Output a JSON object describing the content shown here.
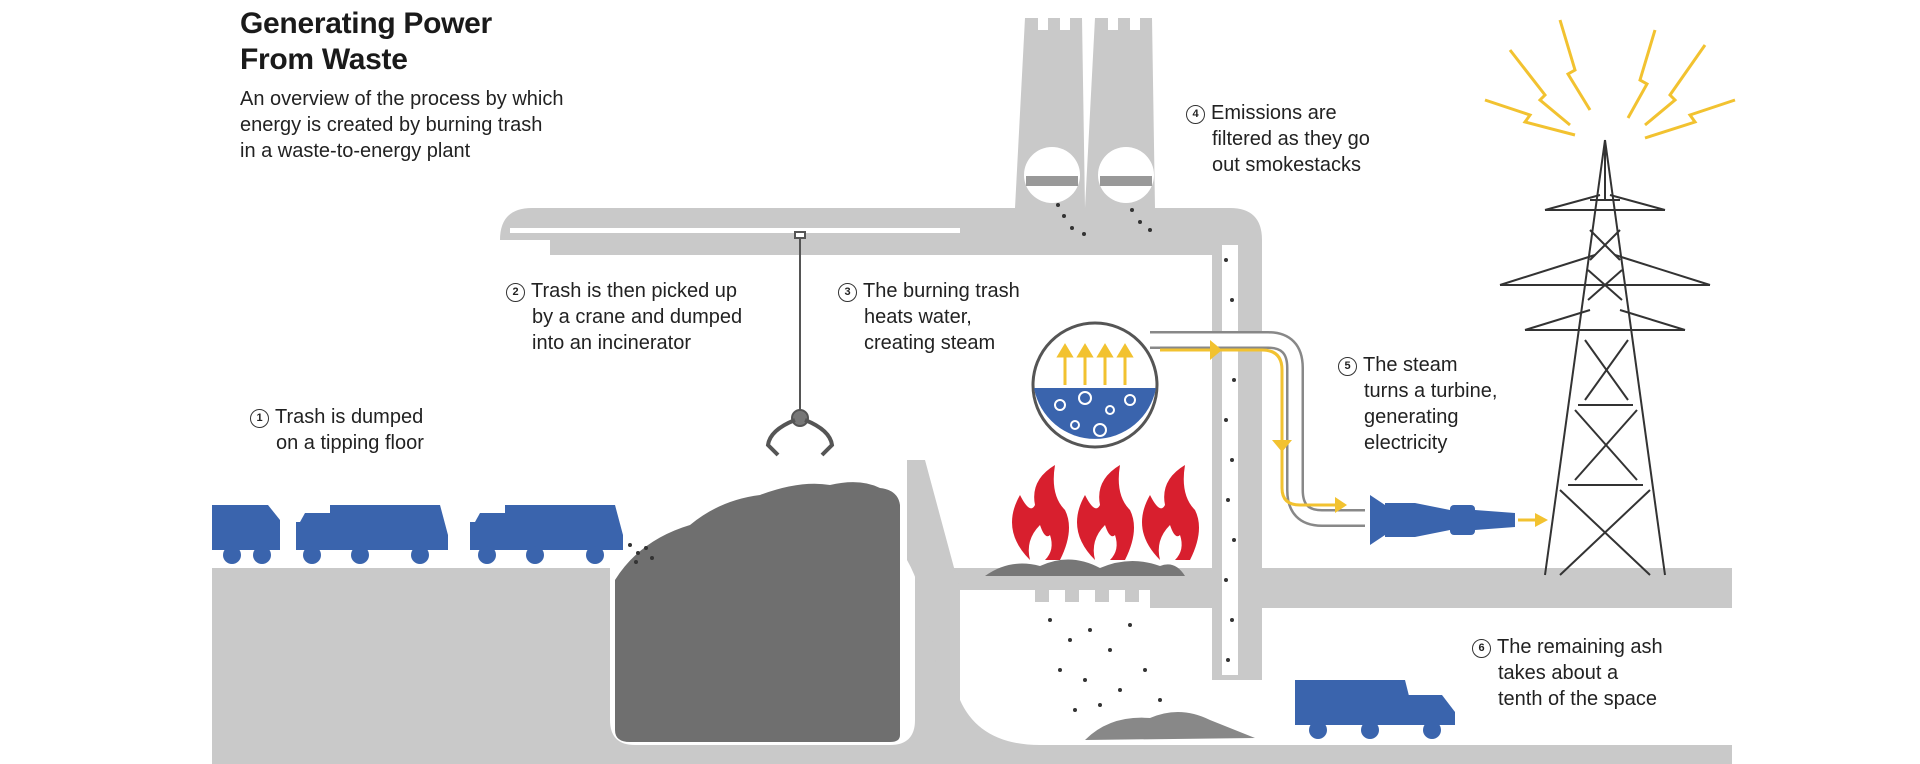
{
  "header": {
    "title_line1": "Generating Power",
    "title_line2": "From Waste",
    "subtitle_line1": "An overview of the process by which",
    "subtitle_line2": "energy is created by burning trash",
    "subtitle_line3": "in a waste-to-energy plant"
  },
  "steps": [
    {
      "num": "1",
      "line1": "Trash is dumped",
      "line2": "on a tipping floor",
      "line3": ""
    },
    {
      "num": "2",
      "line1": "Trash is then picked up",
      "line2": "by a crane and dumped",
      "line3": "into an incinerator"
    },
    {
      "num": "3",
      "line1": "The burning trash",
      "line2": "heats water,",
      "line3": "creating steam"
    },
    {
      "num": "4",
      "line1": "Emissions are",
      "line2": "filtered as they go",
      "line3": "out smokestacks"
    },
    {
      "num": "5",
      "line1": "The steam",
      "line2": "turns a turbine,",
      "line3": "generating",
      "line4": "electricity"
    },
    {
      "num": "6",
      "line1": "The remaining ash",
      "line2": "takes about a",
      "line3": "tenth of the space"
    }
  ],
  "colors": {
    "building": "#c9c9c9",
    "trash": "#6f6f6f",
    "truck": "#3a64ad",
    "flame": "#d81f2e",
    "steam_arrow": "#f2c230",
    "water": "#3a64ad",
    "tower": "#333333"
  },
  "icons": [
    "crane-claw-icon",
    "fire-icon",
    "turbine-icon",
    "transmission-tower-icon",
    "lightning-icon",
    "garbage-truck-icon"
  ]
}
